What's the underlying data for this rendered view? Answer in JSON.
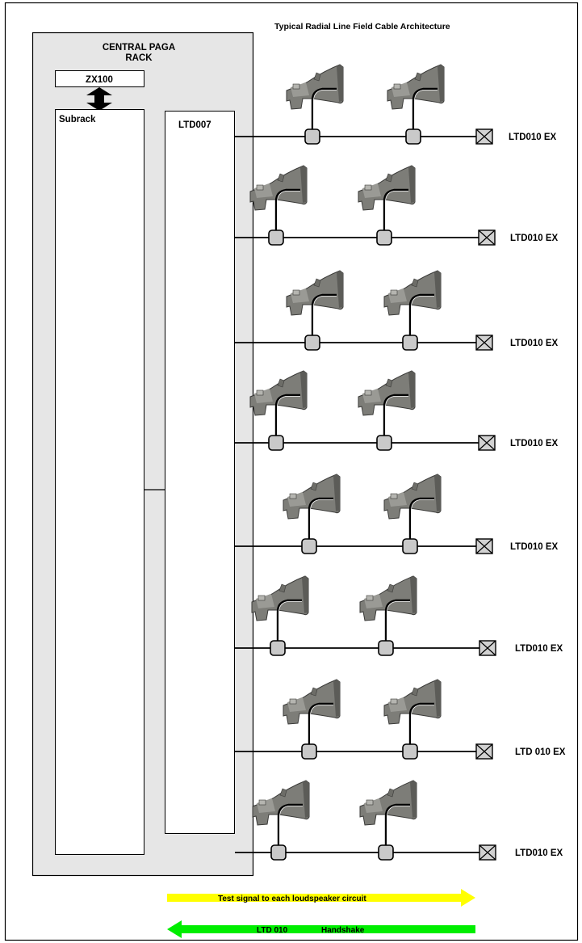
{
  "title": "Typical Radial Line Field Cable Architecture",
  "rack": {
    "title_line1": "CENTRAL PAGA",
    "title_line2": "RACK",
    "controller": "ZX100",
    "subrack": "Subrack",
    "module": "LTD007"
  },
  "circuits": [
    {
      "eol": "LTD010 EX"
    },
    {
      "eol": "LTD010 EX"
    },
    {
      "eol": "LTD010 EX"
    },
    {
      "eol": "LTD010 EX"
    },
    {
      "eol": "LTD010 EX"
    },
    {
      "eol": "LTD010 EX"
    },
    {
      "eol": "LTD 010 EX"
    },
    {
      "eol": "LTD010 EX"
    }
  ],
  "arrows": {
    "test_signal": "Test signal to each loudspeaker circuit",
    "handshake_part1": "LTD 010",
    "handshake_part2": "Handshake"
  },
  "colors": {
    "rack_fill": "#e6e6e6",
    "speaker_fill": "#7d7d78",
    "junction_fill": "#c9c9c9",
    "test_arrow": "#ffff00",
    "handshake_arrow": "#00ee00"
  },
  "icons": {
    "speaker": "horn-loudspeaker-icon",
    "junction": "junction-box-icon",
    "eol": "end-of-line-device-icon"
  }
}
